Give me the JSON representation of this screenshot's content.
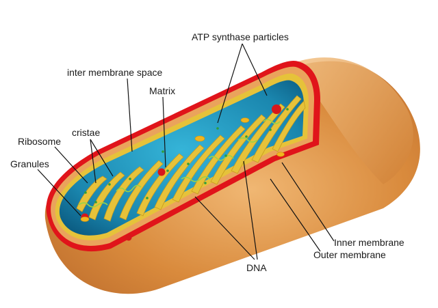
{
  "labels": {
    "atp_synthase": "ATP synthase particles",
    "inter_membrane_space": "inter membrane space",
    "matrix": "Matrix",
    "ribosome": "Ribosome",
    "cristae": "cristae",
    "granules": "Granules",
    "inner_membrane": "Inner membrane",
    "outer_membrane": "Outer membrane",
    "dna": "DNA"
  },
  "colors": {
    "outer_shell": "#d9893a",
    "outer_shell_light": "#efb56f",
    "outer_membrane": "#e0141a",
    "inner_membrane": "#e6c23a",
    "matrix": "#1e8fb5",
    "matrix_dark": "#0d5f86",
    "ribosome": "#2f9e3a",
    "granule": "#d6171c",
    "atp": "#f2b51f",
    "dna": "#9ad24a"
  }
}
